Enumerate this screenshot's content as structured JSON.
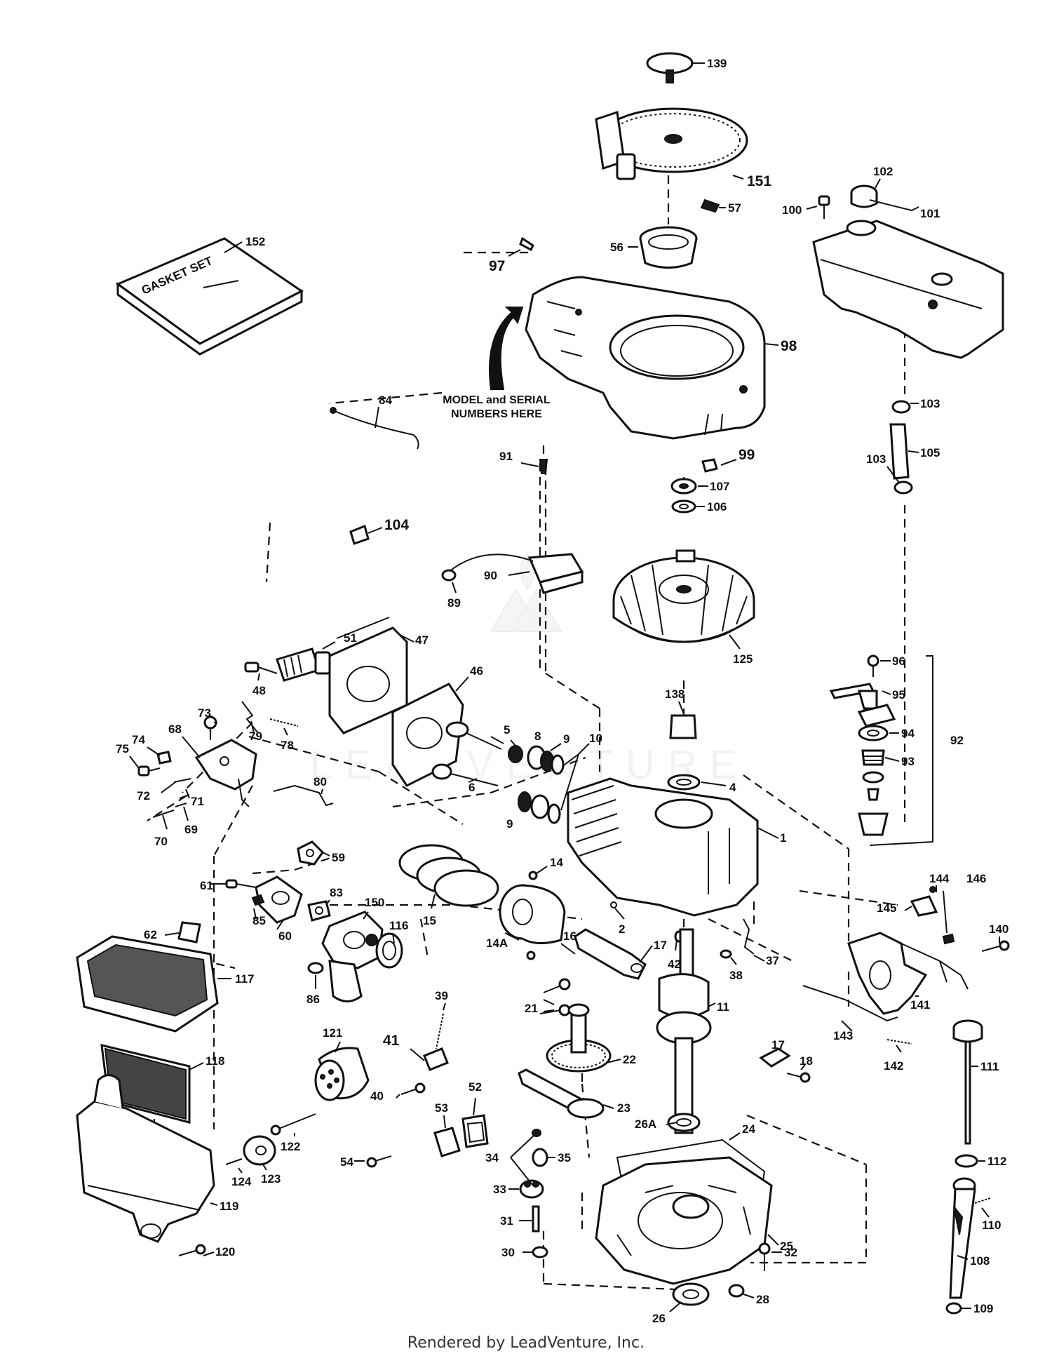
{
  "diagram": {
    "box_label": "GASKET SET",
    "model_note_line1": "MODEL and SERIAL",
    "model_note_line2": "NUMBERS HERE",
    "watermark": "LEADVENTURE",
    "footer": "Rendered by LeadVenture, Inc.",
    "callouts": [
      {
        "id": "139"
      },
      {
        "id": "151"
      },
      {
        "id": "57"
      },
      {
        "id": "56"
      },
      {
        "id": "97"
      },
      {
        "id": "98"
      },
      {
        "id": "152"
      },
      {
        "id": "100"
      },
      {
        "id": "102"
      },
      {
        "id": "101"
      },
      {
        "id": "103"
      },
      {
        "id": "105"
      },
      {
        "id": "84"
      },
      {
        "id": "99"
      },
      {
        "id": "91"
      },
      {
        "id": "107"
      },
      {
        "id": "106"
      },
      {
        "id": "104"
      },
      {
        "id": "90"
      },
      {
        "id": "89"
      },
      {
        "id": "125"
      },
      {
        "id": "96"
      },
      {
        "id": "95"
      },
      {
        "id": "92"
      },
      {
        "id": "94"
      },
      {
        "id": "93"
      },
      {
        "id": "138"
      },
      {
        "id": "51"
      },
      {
        "id": "47"
      },
      {
        "id": "46"
      },
      {
        "id": "48"
      },
      {
        "id": "73"
      },
      {
        "id": "79"
      },
      {
        "id": "78"
      },
      {
        "id": "74"
      },
      {
        "id": "68"
      },
      {
        "id": "75"
      },
      {
        "id": "5"
      },
      {
        "id": "8"
      },
      {
        "id": "9"
      },
      {
        "id": "10"
      },
      {
        "id": "6"
      },
      {
        "id": "4"
      },
      {
        "id": "72"
      },
      {
        "id": "71"
      },
      {
        "id": "70"
      },
      {
        "id": "69"
      },
      {
        "id": "80"
      },
      {
        "id": "1"
      },
      {
        "id": "59"
      },
      {
        "id": "14"
      },
      {
        "id": "144"
      },
      {
        "id": "146"
      },
      {
        "id": "61"
      },
      {
        "id": "83"
      },
      {
        "id": "150"
      },
      {
        "id": "145"
      },
      {
        "id": "116"
      },
      {
        "id": "15"
      },
      {
        "id": "16"
      },
      {
        "id": "85"
      },
      {
        "id": "60"
      },
      {
        "id": "62"
      },
      {
        "id": "14A"
      },
      {
        "id": "2"
      },
      {
        "id": "17"
      },
      {
        "id": "37"
      },
      {
        "id": "140"
      },
      {
        "id": "42"
      },
      {
        "id": "38"
      },
      {
        "id": "117"
      },
      {
        "id": "86"
      },
      {
        "id": "141"
      },
      {
        "id": "39"
      },
      {
        "id": "21"
      },
      {
        "id": "11"
      },
      {
        "id": "143"
      },
      {
        "id": "121"
      },
      {
        "id": "41"
      },
      {
        "id": "118"
      },
      {
        "id": "52"
      },
      {
        "id": "22"
      },
      {
        "id": "18"
      },
      {
        "id": "142"
      },
      {
        "id": "111"
      },
      {
        "id": "40"
      },
      {
        "id": "53"
      },
      {
        "id": "23"
      },
      {
        "id": "26A"
      },
      {
        "id": "122"
      },
      {
        "id": "54"
      },
      {
        "id": "24"
      },
      {
        "id": "123"
      },
      {
        "id": "124"
      },
      {
        "id": "34"
      },
      {
        "id": "35"
      },
      {
        "id": "112"
      },
      {
        "id": "33"
      },
      {
        "id": "119"
      },
      {
        "id": "110"
      },
      {
        "id": "31"
      },
      {
        "id": "25"
      },
      {
        "id": "108"
      },
      {
        "id": "120"
      },
      {
        "id": "30"
      },
      {
        "id": "32"
      },
      {
        "id": "26"
      },
      {
        "id": "28"
      },
      {
        "id": "109"
      }
    ]
  }
}
